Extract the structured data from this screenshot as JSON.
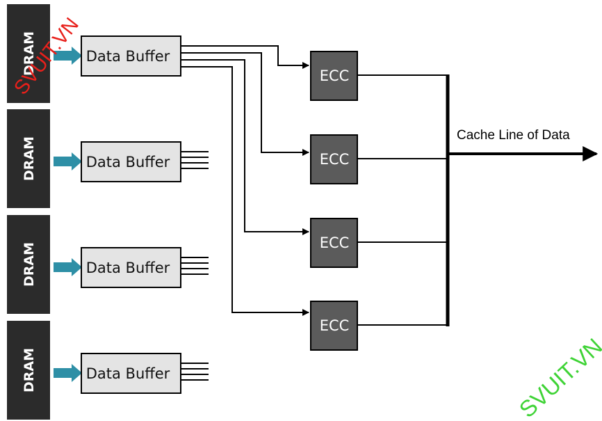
{
  "diagram": {
    "drams": [
      "DRAM",
      "DRAM",
      "DRAM",
      "DRAM"
    ],
    "buffers": [
      "Data Buffer",
      "Data Buffer",
      "Data Buffer",
      "Data Buffer"
    ],
    "ecc_units": [
      "ECC",
      "ECC",
      "ECC",
      "ECC"
    ],
    "output_label": "Cache Line of Data"
  },
  "watermarks": {
    "top_left": "SVUIT.VN",
    "bottom_right": "SVUIT.VN"
  },
  "colors": {
    "dram_fill": "#2b2b2b",
    "buffer_fill": "#e4e4e4",
    "ecc_fill": "#5b5b5b",
    "arrow_fill": "#2e8fa6",
    "watermark_red": "#e8201b",
    "watermark_green": "#3fd336"
  }
}
